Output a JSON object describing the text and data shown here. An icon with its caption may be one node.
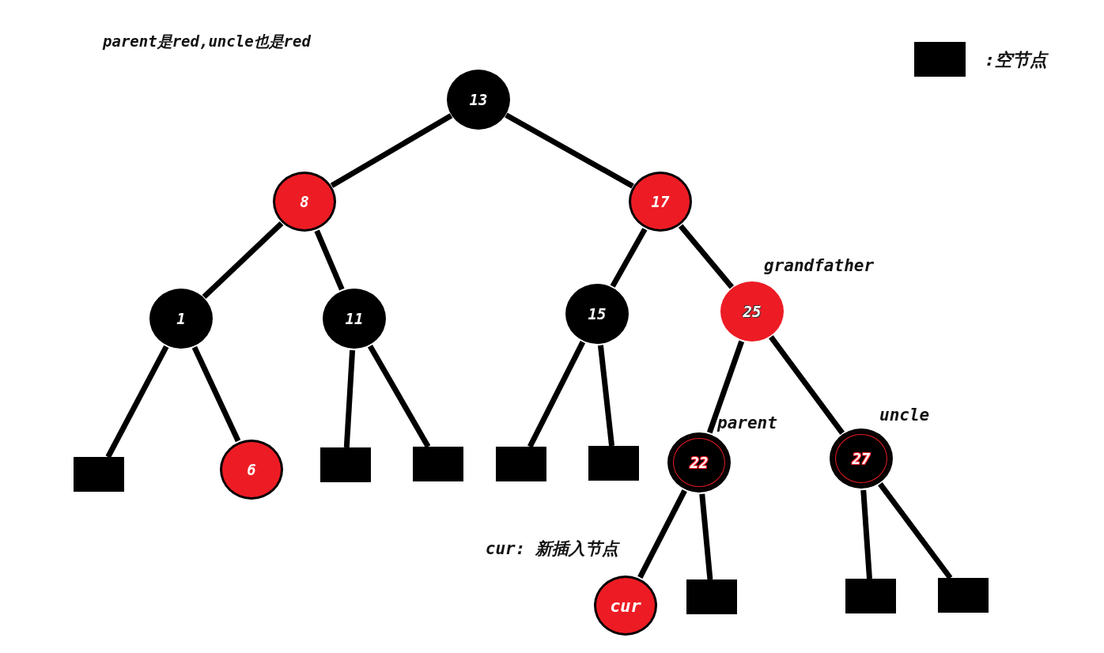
{
  "diagram": {
    "title": "parent是red,uncle也是red",
    "nodes": [
      {
        "text": [
          "13"
        ]
      },
      {
        "text": [
          "8"
        ]
      },
      {
        "text": [
          "17"
        ]
      },
      {
        "text": [
          "1"
        ]
      },
      {
        "text": [
          "11"
        ]
      },
      {
        "text": [
          "15"
        ]
      },
      {
        "text": [
          "25"
        ],
        "beside": [
          "grandfather"
        ]
      },
      {
        "text": [],
        "shape": "box"
      },
      {
        "text": [
          "6"
        ]
      },
      {
        "text": [],
        "shape": "box"
      },
      {
        "text": [],
        "shape": "box"
      },
      {
        "text": [],
        "shape": "box"
      },
      {
        "text": [],
        "shape": "box"
      },
      {
        "text": [
          "22"
        ],
        "beside": [
          "parent"
        ]
      },
      {
        "text": [
          "27"
        ],
        "beside": [
          "uncle"
        ]
      },
      {
        "text": [
          "cur"
        ],
        "beside": [
          "cur: 新插入节点"
        ]
      },
      {
        "text": [],
        "shape": "box"
      },
      {
        "text": [],
        "shape": "box"
      },
      {
        "text": [],
        "shape": "box"
      }
    ],
    "edges": [
      {
        "from": 0,
        "to": 1,
        "arrow": "none"
      },
      {
        "from": 0,
        "to": 2,
        "arrow": "none"
      },
      {
        "from": 1,
        "to": 3,
        "arrow": "none"
      },
      {
        "from": 1,
        "to": 4,
        "arrow": "none"
      },
      {
        "from": 2,
        "to": 5,
        "arrow": "none"
      },
      {
        "from": 2,
        "to": 6,
        "arrow": "none"
      },
      {
        "from": 3,
        "to": 7,
        "arrow": "none"
      },
      {
        "from": 3,
        "to": 8,
        "arrow": "none"
      },
      {
        "from": 4,
        "to": 9,
        "arrow": "none"
      },
      {
        "from": 4,
        "to": 10,
        "arrow": "none"
      },
      {
        "from": 5,
        "to": 11,
        "arrow": "none"
      },
      {
        "from": 5,
        "to": 12,
        "arrow": "none"
      },
      {
        "from": 6,
        "to": 13,
        "arrow": "none"
      },
      {
        "from": 6,
        "to": 14,
        "arrow": "none"
      },
      {
        "from": 13,
        "to": 15,
        "arrow": "none"
      },
      {
        "from": 13,
        "to": 16,
        "arrow": "none"
      },
      {
        "from": 14,
        "to": 17,
        "arrow": "none"
      },
      {
        "from": 14,
        "to": 18,
        "arrow": "none"
      }
    ],
    "legend": [
      {
        "text": ":空节点",
        "color": "#000000"
      }
    ]
  }
}
